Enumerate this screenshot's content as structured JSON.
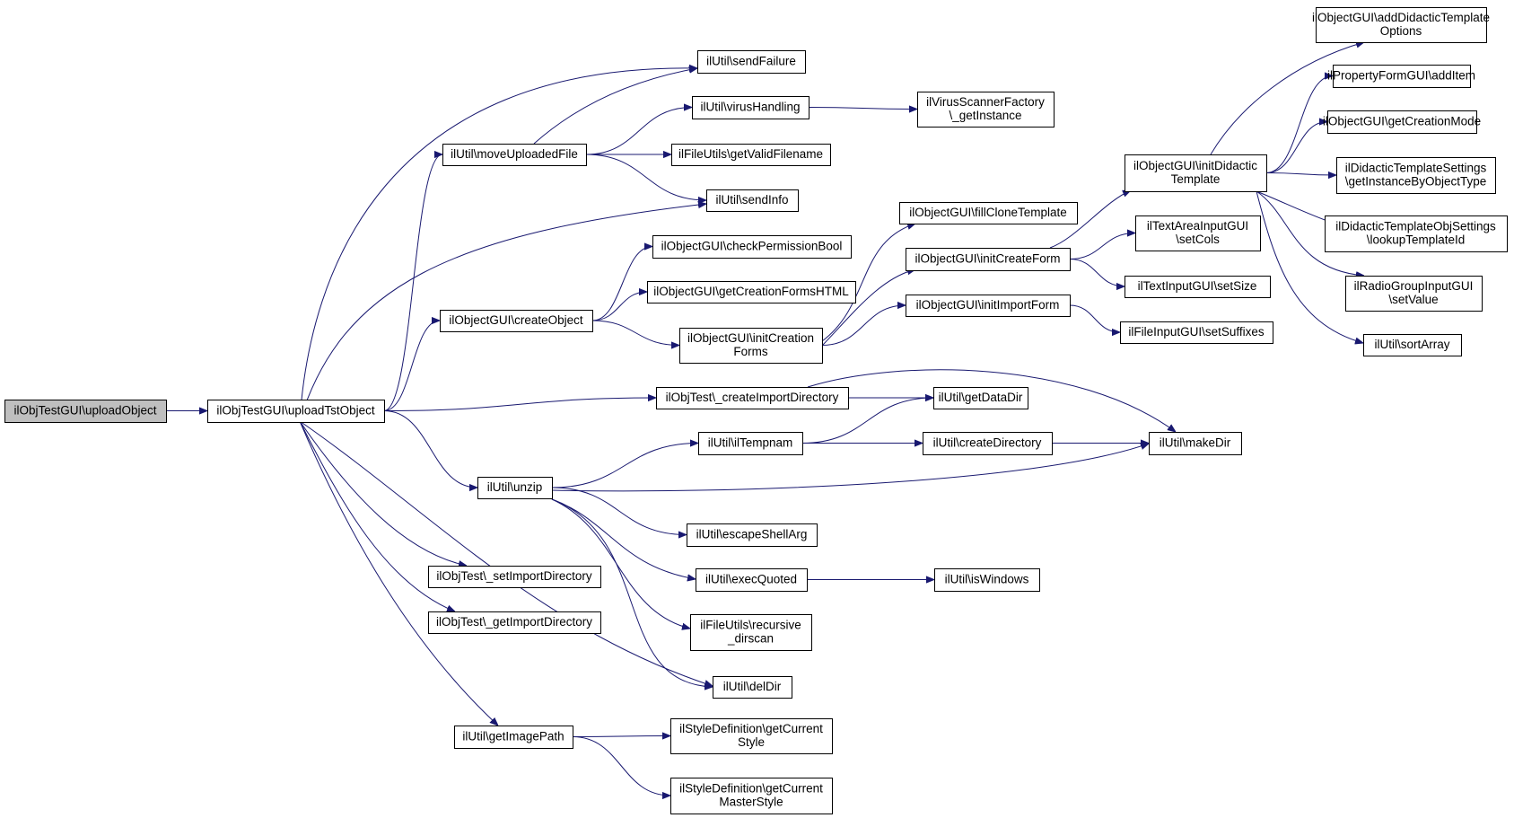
{
  "graph": {
    "edge_color": "#191970",
    "root_fill": "#bfbfbf",
    "nodes": [
      {
        "id": "n0",
        "lines": [
          "ilObjTestGUI\\uploadObject"
        ],
        "root": true
      },
      {
        "id": "n1",
        "lines": [
          "ilObjTestGUI\\uploadTstObject"
        ]
      },
      {
        "id": "n2",
        "lines": [
          "ilUtil\\moveUploadedFile"
        ]
      },
      {
        "id": "n3",
        "lines": [
          "ilObjectGUI\\createObject"
        ]
      },
      {
        "id": "n4",
        "lines": [
          "ilUtil\\unzip"
        ]
      },
      {
        "id": "n5",
        "lines": [
          "ilObjTest\\_setImportDirectory"
        ]
      },
      {
        "id": "n6",
        "lines": [
          "ilObjTest\\_getImportDirectory"
        ]
      },
      {
        "id": "n7",
        "lines": [
          "ilUtil\\getImagePath"
        ]
      },
      {
        "id": "n8",
        "lines": [
          "ilUtil\\sendFailure"
        ]
      },
      {
        "id": "n9",
        "lines": [
          "ilUtil\\virusHandling"
        ]
      },
      {
        "id": "n10",
        "lines": [
          "ilFileUtils\\getValidFilename"
        ]
      },
      {
        "id": "n11",
        "lines": [
          "ilUtil\\sendInfo"
        ]
      },
      {
        "id": "n12",
        "lines": [
          "ilObjectGUI\\checkPermissionBool"
        ]
      },
      {
        "id": "n13",
        "lines": [
          "ilObjectGUI\\getCreationFormsHTML"
        ]
      },
      {
        "id": "n14",
        "lines": [
          "ilObjectGUI\\initCreation",
          "Forms"
        ]
      },
      {
        "id": "n15",
        "lines": [
          "ilObjTest\\_createImportDirectory"
        ]
      },
      {
        "id": "n16",
        "lines": [
          "ilUtil\\ilTempnam"
        ]
      },
      {
        "id": "n17",
        "lines": [
          "ilUtil\\escapeShellArg"
        ]
      },
      {
        "id": "n18",
        "lines": [
          "ilUtil\\execQuoted"
        ]
      },
      {
        "id": "n19",
        "lines": [
          "ilFileUtils\\recursive",
          "_dirscan"
        ]
      },
      {
        "id": "n20",
        "lines": [
          "ilUtil\\delDir"
        ]
      },
      {
        "id": "n21",
        "lines": [
          "ilStyleDefinition\\getCurrent",
          "Style"
        ]
      },
      {
        "id": "n22",
        "lines": [
          "ilStyleDefinition\\getCurrent",
          "MasterStyle"
        ]
      },
      {
        "id": "n23",
        "lines": [
          "ilVirusScannerFactory",
          "\\_getInstance"
        ]
      },
      {
        "id": "n24",
        "lines": [
          "ilObjectGUI\\fillCloneTemplate"
        ]
      },
      {
        "id": "n25",
        "lines": [
          "ilObjectGUI\\initCreateForm"
        ]
      },
      {
        "id": "n26",
        "lines": [
          "ilObjectGUI\\initImportForm"
        ]
      },
      {
        "id": "n27",
        "lines": [
          "ilUtil\\getDataDir"
        ]
      },
      {
        "id": "n28",
        "lines": [
          "ilUtil\\createDirectory"
        ]
      },
      {
        "id": "n29",
        "lines": [
          "ilUtil\\isWindows"
        ]
      },
      {
        "id": "n30",
        "lines": [
          "ilUtil\\makeDir"
        ]
      },
      {
        "id": "n31",
        "lines": [
          "ilObjectGUI\\initDidactic",
          "Template"
        ]
      },
      {
        "id": "n32",
        "lines": [
          "ilTextAreaInputGUI",
          "\\setCols"
        ]
      },
      {
        "id": "n33",
        "lines": [
          "ilTextInputGUI\\setSize"
        ]
      },
      {
        "id": "n34",
        "lines": [
          "ilFileInputGUI\\setSuffixes"
        ]
      },
      {
        "id": "n35",
        "lines": [
          "ilObjectGUI\\addDidacticTemplate",
          "Options"
        ]
      },
      {
        "id": "n36",
        "lines": [
          "ilPropertyFormGUI\\addItem"
        ]
      },
      {
        "id": "n37",
        "lines": [
          "ilObjectGUI\\getCreationMode"
        ]
      },
      {
        "id": "n38",
        "lines": [
          "ilDidacticTemplateSettings",
          "\\getInstanceByObjectType"
        ]
      },
      {
        "id": "n39",
        "lines": [
          "ilDidacticTemplateObjSettings",
          "\\lookupTemplateId"
        ]
      },
      {
        "id": "n40",
        "lines": [
          "ilRadioGroupInputGUI",
          "\\setValue"
        ]
      },
      {
        "id": "n41",
        "lines": [
          "ilUtil\\sortArray"
        ]
      }
    ],
    "edges": [
      [
        "n0",
        "n1"
      ],
      [
        "n1",
        "n2"
      ],
      [
        "n1",
        "n8"
      ],
      [
        "n1",
        "n11"
      ],
      [
        "n1",
        "n3"
      ],
      [
        "n1",
        "n15"
      ],
      [
        "n1",
        "n4"
      ],
      [
        "n1",
        "n20"
      ],
      [
        "n1",
        "n5"
      ],
      [
        "n1",
        "n6"
      ],
      [
        "n1",
        "n7"
      ],
      [
        "n2",
        "n8"
      ],
      [
        "n2",
        "n9"
      ],
      [
        "n2",
        "n10"
      ],
      [
        "n2",
        "n11"
      ],
      [
        "n9",
        "n23"
      ],
      [
        "n3",
        "n12"
      ],
      [
        "n3",
        "n13"
      ],
      [
        "n3",
        "n14"
      ],
      [
        "n14",
        "n24"
      ],
      [
        "n14",
        "n25"
      ],
      [
        "n14",
        "n26"
      ],
      [
        "n25",
        "n31"
      ],
      [
        "n25",
        "n32"
      ],
      [
        "n25",
        "n33"
      ],
      [
        "n26",
        "n34"
      ],
      [
        "n31",
        "n35"
      ],
      [
        "n31",
        "n36"
      ],
      [
        "n31",
        "n37"
      ],
      [
        "n31",
        "n38"
      ],
      [
        "n31",
        "n39"
      ],
      [
        "n31",
        "n40"
      ],
      [
        "n31",
        "n41"
      ],
      [
        "n15",
        "n27"
      ],
      [
        "n15",
        "n30"
      ],
      [
        "n4",
        "n16"
      ],
      [
        "n4",
        "n30"
      ],
      [
        "n4",
        "n17"
      ],
      [
        "n4",
        "n18"
      ],
      [
        "n4",
        "n19"
      ],
      [
        "n4",
        "n20"
      ],
      [
        "n16",
        "n27"
      ],
      [
        "n16",
        "n28"
      ],
      [
        "n28",
        "n30"
      ],
      [
        "n18",
        "n29"
      ],
      [
        "n7",
        "n21"
      ],
      [
        "n7",
        "n22"
      ]
    ]
  }
}
